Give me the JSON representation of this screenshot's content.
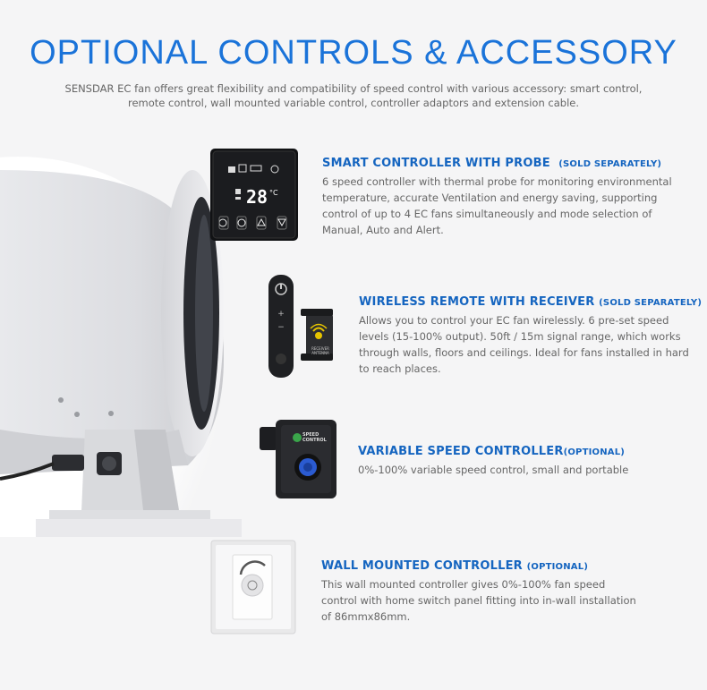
{
  "header": {
    "title": "OPTIONAL CONTROLS & ACCESSORY",
    "subtitle": "SENSDAR EC fan offers great flexibility and compatibility of speed control with various accessory: smart control, remote control, wall mounted variable control, controller adaptors and extension cable."
  },
  "products": [
    {
      "name": "SMART CONTROLLER WITH PROBE",
      "tag": "(SOLD SEPARATELY)",
      "description": "6 speed controller with thermal probe for monitoring environmental temperature, accurate Ventilation and energy saving, supporting control of up to 4 EC fans simultaneously and mode selection of Manual, Auto and Alert.",
      "display_temp": "28",
      "display_unit": "°C"
    },
    {
      "name": "WIRELESS REMOTE WITH RECEIVER",
      "tag": "(SOLD SEPARATELY)",
      "description": "Allows you to control your EC fan wirelessly. 6 pre-set speed levels (15-100% output). 50ft / 15m signal range, which works through walls, floors and ceilings. Ideal for fans installed in hard to reach places.",
      "receiver_label": "RECEIVER ANTENNA"
    },
    {
      "name": "VARIABLE SPEED CONTROLLER",
      "tag": "(OPTIONAL)",
      "description": "0%-100% variable speed control, small and portable",
      "device_label": "SPEED CONTROL"
    },
    {
      "name": "WALL MOUNTED CONTROLLER",
      "tag": "(OPTIONAL)",
      "description": "This wall mounted controller gives 0%-100% fan speed control with home switch panel fitting into in-wall installation of 86mmx86mm."
    }
  ],
  "colors": {
    "accent": "#1a73d9",
    "heading": "#1565c0",
    "text": "#666666"
  }
}
